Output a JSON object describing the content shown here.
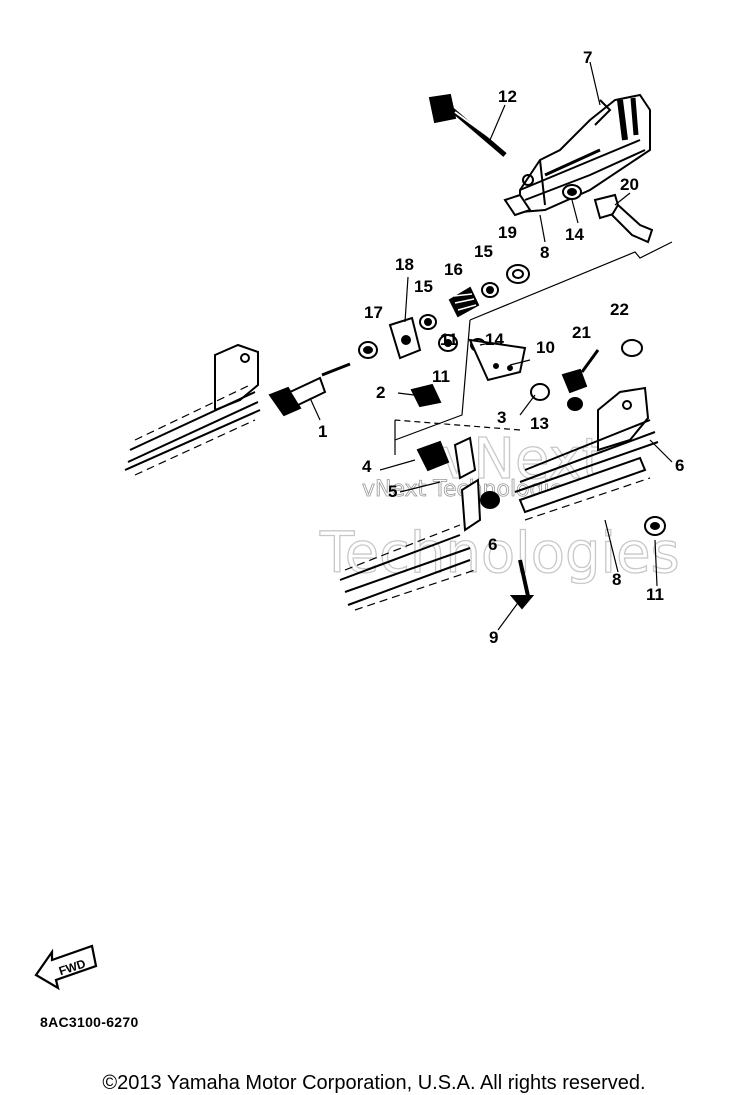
{
  "callouts": [
    "1",
    "2",
    "3",
    "4",
    "5",
    "6",
    "6",
    "7",
    "8",
    "8",
    "9",
    "10",
    "11",
    "11",
    "11",
    "12",
    "13",
    "14",
    "14",
    "15",
    "15",
    "16",
    "17",
    "18",
    "19",
    "20",
    "21",
    "22"
  ],
  "watermark": {
    "line1": "vNext",
    "line2": "Technologies",
    "small": "vNext Technologies"
  },
  "fwd_icon_label": "FWD",
  "part_code": "8AC3100-6270",
  "copyright": "©2013 Yamaha Motor Corporation, U.S.A. All rights reserved."
}
